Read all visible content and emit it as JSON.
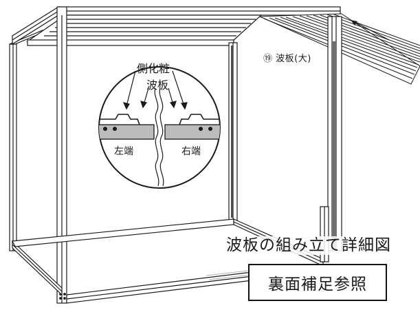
{
  "diagram": {
    "part_label": "⑲ 波板(大)",
    "detail": {
      "kesho_label": "側化粧",
      "namiita_label": "波板",
      "left_end_label": "左端",
      "right_end_label": "右端"
    },
    "caption": "波板の組み立て詳細図",
    "reference_box": "裏面補足参照"
  },
  "colors": {
    "line": "#1a1a1a",
    "frame_fill": "#ffffff",
    "rail_gray": "#bdbdbd",
    "rail_dark": "#8a8a8a"
  }
}
